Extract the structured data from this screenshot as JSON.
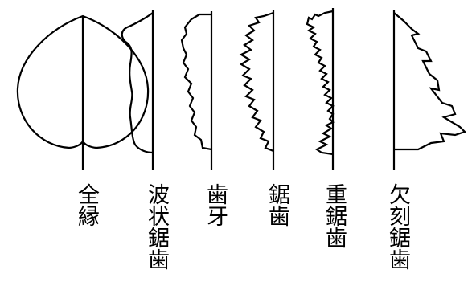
{
  "leaves": [
    {
      "id": "entire",
      "label": "全縁"
    },
    {
      "id": "undulate",
      "label": "波状鋸歯"
    },
    {
      "id": "dentate",
      "label": "歯牙"
    },
    {
      "id": "serrate",
      "label": "鋸歯"
    },
    {
      "id": "doubly-serrate",
      "label": "重鋸歯"
    },
    {
      "id": "incised",
      "label": "欠刻鋸歯"
    }
  ]
}
